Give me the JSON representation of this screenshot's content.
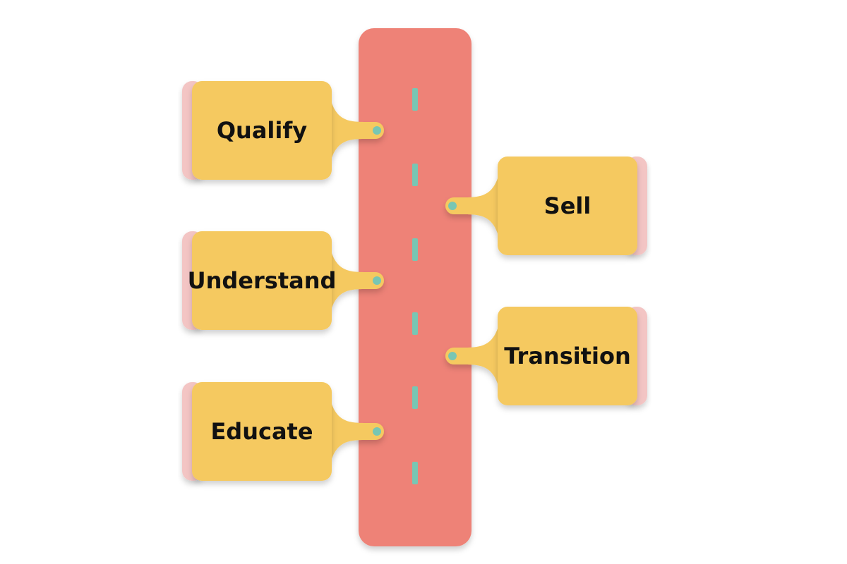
{
  "colors": {
    "road": "#ee8277",
    "lane_dash": "#78c6b3",
    "card": "#f5c961",
    "card_edge": "#f3c5c4",
    "pin_dot": "#78c6b3",
    "shadow": "#c9c9c9",
    "text": "#111111"
  },
  "steps": [
    {
      "label": "Qualify",
      "side": "left"
    },
    {
      "label": "Sell",
      "side": "right"
    },
    {
      "label": "Understand",
      "side": "left"
    },
    {
      "label": "Transition",
      "side": "right"
    },
    {
      "label": "Educate",
      "side": "left"
    }
  ]
}
